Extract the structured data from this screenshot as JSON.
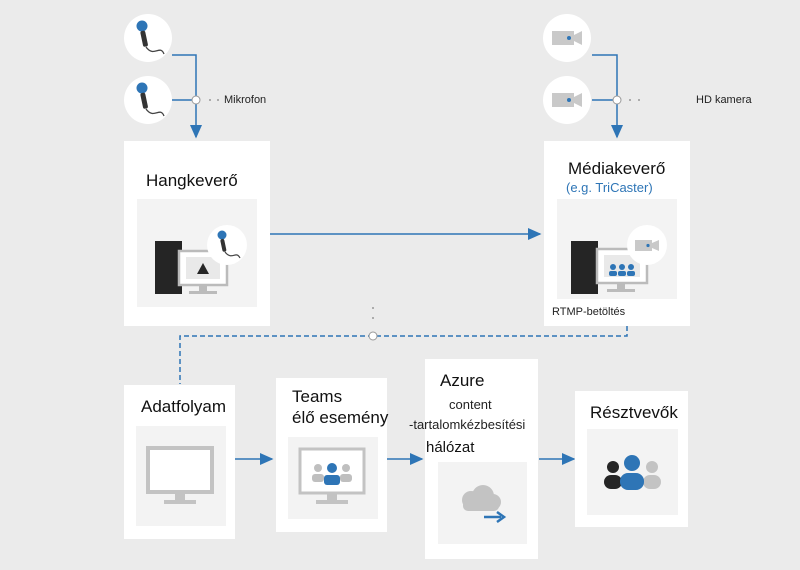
{
  "colors": {
    "background": "#ebebeb",
    "card": "#ffffff",
    "card_inner": "#f3f3f3",
    "arrow": "#2e75b6",
    "dark": "#222222",
    "accent_blue": "#2e75b6"
  },
  "labels": {
    "microphone": "Mikrofon",
    "camera": "HD kamera",
    "audio_mixer": "Hangkeverő",
    "media_mixer": "Médiakeverő",
    "media_mixer_example": "(e.g. TriCaster)",
    "rtmp": "RTMP-betöltés",
    "stream": "Adatfolyam",
    "teams_line1": "Teams",
    "teams_line2": "élő esemény",
    "azure_line1": "Azure",
    "azure_line2": "content",
    "azure_line3": "-tartalomkézbesítési",
    "azure_line4": "hálózat",
    "attendees": "Résztvevők"
  },
  "icons": [
    "microphone-icon",
    "camera-icon",
    "computer-icon",
    "monitor-icon",
    "audience-icon",
    "cloud-upload-icon",
    "people-icon"
  ]
}
